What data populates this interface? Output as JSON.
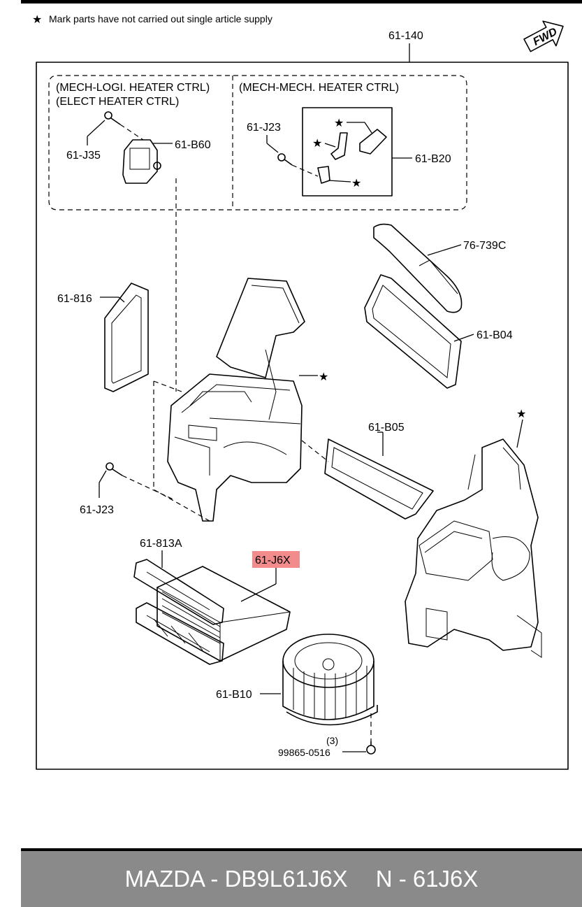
{
  "note": "Mark parts have not carried out single article supply",
  "fwd_label": "FWD",
  "assembly_label": "61-140",
  "groups": {
    "left_title_1": "(MECH-LOGI. HEATER CTRL)",
    "left_title_2": "(ELECT HEATER CTRL)",
    "right_title": "(MECH-MECH. HEATER CTRL)"
  },
  "parts": {
    "p61_J35": "61-J35",
    "p61_B60": "61-B60",
    "p61_J23_top": "61-J23",
    "p61_B20": "61-B20",
    "p76_739C": "76-739C",
    "p61_816": "61-816",
    "p61_B04": "61-B04",
    "p61_B05": "61-B05",
    "p61_J23_bottom": "61-J23",
    "p61_813A": "61-813A",
    "p61_J6X": "61-J6X",
    "p61_B10": "61-B10",
    "qty": "(3)",
    "p99865": "99865-0516"
  },
  "highlight_color": "#f28b8b",
  "footer": {
    "left": "MAZDA - DB9L61J6X",
    "right": "N - 61J6X"
  }
}
